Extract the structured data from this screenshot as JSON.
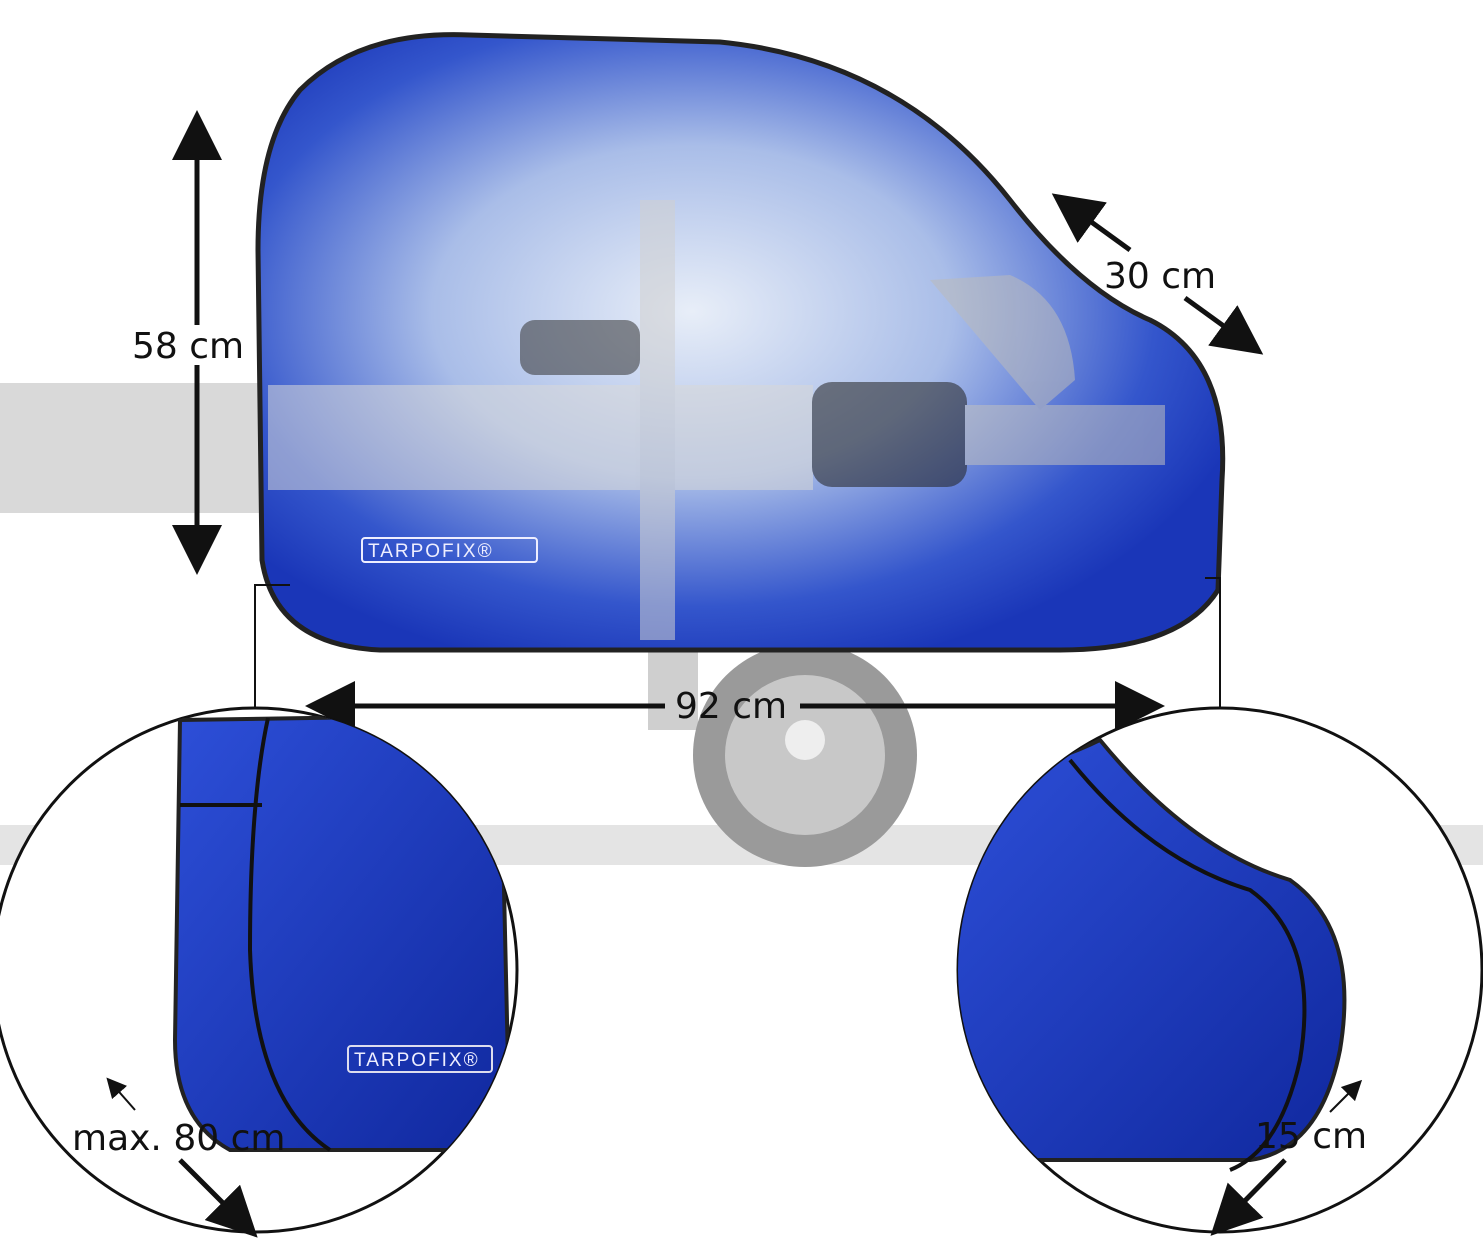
{
  "brand": "TARPOFIX®",
  "dimensions": {
    "height": "58 cm",
    "nose": "30 cm",
    "length": "92 cm",
    "max_width": "max. 80 cm",
    "side_depth": "15 cm"
  },
  "colors": {
    "cover_blue": "#1f3fc0",
    "cover_dark": "#0d2597",
    "frame_gray": "#d6d6d6",
    "arrow": "#111111"
  }
}
